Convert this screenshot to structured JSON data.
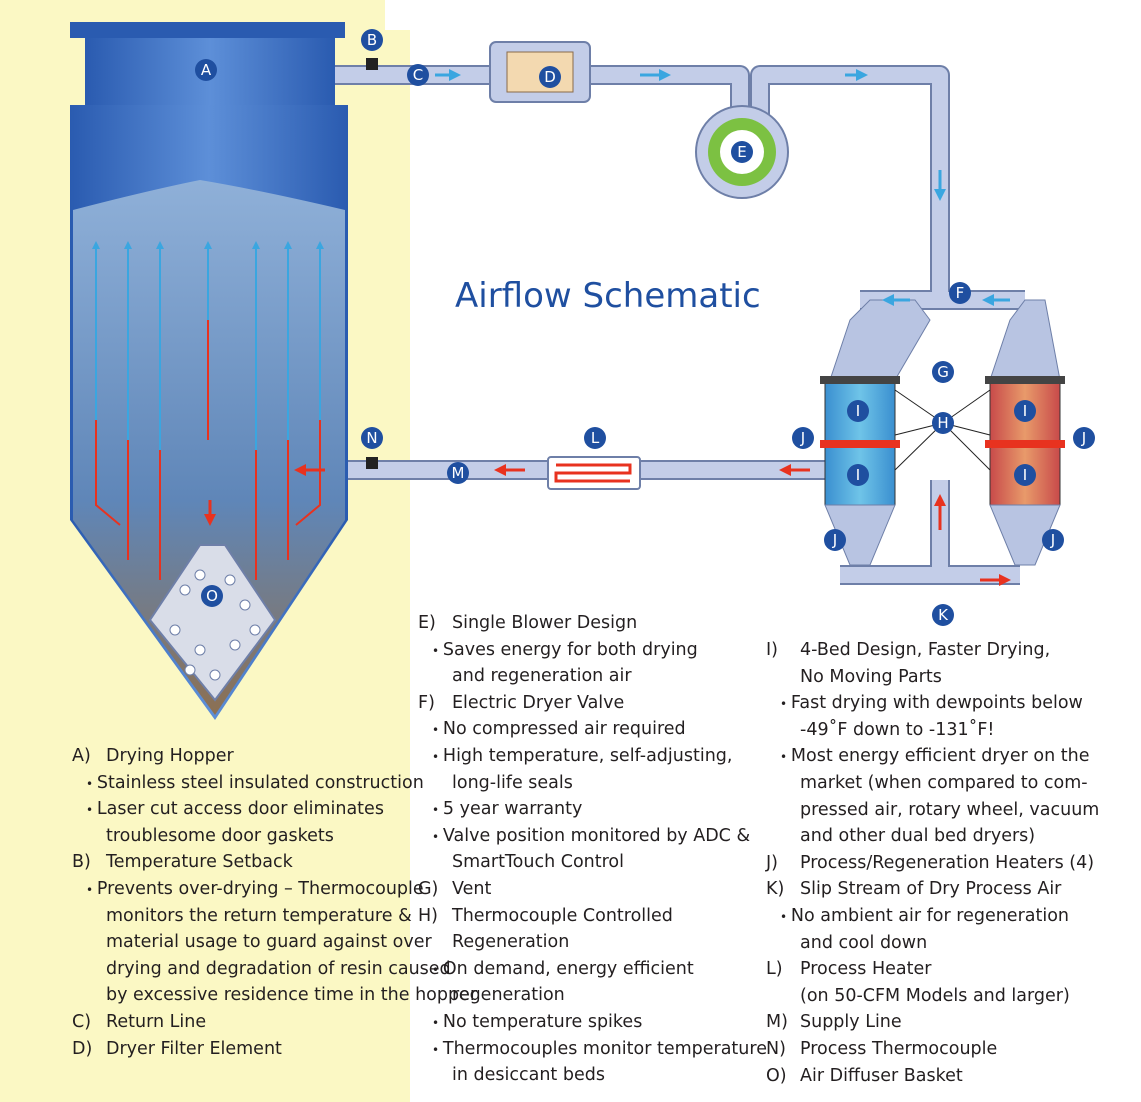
{
  "title": "Airflow Schematic",
  "markers": [
    "A",
    "B",
    "C",
    "D",
    "E",
    "F",
    "G",
    "H",
    "I",
    "J",
    "K",
    "L",
    "M",
    "N",
    "O"
  ],
  "colors": {
    "pipe": "#b8c4e2",
    "label": "#1f4fa0",
    "arrow_hot": "#e8321f",
    "arrow_dry": "#3aa6e0",
    "highlight": "#fbf8c4"
  },
  "legend": {
    "col1": [
      {
        "type": "h",
        "key": "A)",
        "text": "Drying Hopper"
      },
      {
        "type": "b",
        "text": "Stainless steel insulated construction"
      },
      {
        "type": "b",
        "text": "Laser cut access door eliminates"
      },
      {
        "type": "c",
        "text": "troublesome door gaskets"
      },
      {
        "type": "h",
        "key": "B)",
        "text": "Temperature Setback"
      },
      {
        "type": "b",
        "text": "Prevents over-drying – Thermocouple"
      },
      {
        "type": "c",
        "text": "monitors the return temperature &"
      },
      {
        "type": "c",
        "text": "material usage to guard against over"
      },
      {
        "type": "c",
        "text": "drying and degradation of resin caused"
      },
      {
        "type": "c",
        "text": "by excessive residence time in the hopper"
      },
      {
        "type": "h",
        "key": "C)",
        "text": "Return Line"
      },
      {
        "type": "h",
        "key": "D)",
        "text": "Dryer Filter Element"
      }
    ],
    "col2": [
      {
        "type": "h",
        "key": "E)",
        "text": "Single Blower Design"
      },
      {
        "type": "b",
        "text": "Saves energy for both drying"
      },
      {
        "type": "c",
        "text": "and regeneration air"
      },
      {
        "type": "h",
        "key": "F)",
        "text": "Electric Dryer Valve"
      },
      {
        "type": "b",
        "text": "No compressed air required"
      },
      {
        "type": "b",
        "text": "High temperature, self-adjusting,"
      },
      {
        "type": "c",
        "text": "long-life seals"
      },
      {
        "type": "b",
        "text": "5 year warranty"
      },
      {
        "type": "b",
        "text": "Valve position monitored by ADC &"
      },
      {
        "type": "c",
        "text": "SmartTouch Control"
      },
      {
        "type": "h",
        "key": "G)",
        "text": "Vent"
      },
      {
        "type": "h",
        "key": "H)",
        "text": "Thermocouple Controlled"
      },
      {
        "type": "c",
        "text": "Regeneration"
      },
      {
        "type": "b",
        "text": "On demand, energy efficient"
      },
      {
        "type": "c",
        "text": "regeneration"
      },
      {
        "type": "b",
        "text": "No temperature spikes"
      },
      {
        "type": "b",
        "text": "Thermocouples monitor temperature"
      },
      {
        "type": "c",
        "text": "in desiccant beds"
      }
    ],
    "col3": [
      {
        "type": "h",
        "key": "I)",
        "text": "4-Bed Design, Faster Drying,"
      },
      {
        "type": "c",
        "text": "No Moving Parts"
      },
      {
        "type": "b",
        "text": "Fast drying with dewpoints below"
      },
      {
        "type": "c",
        "text": "-49˚F down to -131˚F!"
      },
      {
        "type": "b",
        "text": "Most energy efficient dryer on the"
      },
      {
        "type": "c",
        "text": "market (when compared to com-"
      },
      {
        "type": "c",
        "text": "pressed air, rotary wheel, vacuum"
      },
      {
        "type": "c",
        "text": "and other dual bed dryers)"
      },
      {
        "type": "h",
        "key": "J)",
        "text": "Process/Regeneration Heaters (4)"
      },
      {
        "type": "h",
        "key": "K)",
        "text": "Slip Stream of Dry Process Air"
      },
      {
        "type": "b",
        "text": "No ambient air for regeneration"
      },
      {
        "type": "c",
        "text": "and cool down"
      },
      {
        "type": "h",
        "key": "L)",
        "text": "Process Heater"
      },
      {
        "type": "c",
        "text": "(on 50-CFM Models and larger)"
      },
      {
        "type": "h",
        "key": "M)",
        "text": "Supply Line"
      },
      {
        "type": "h",
        "key": "N)",
        "text": "Process Thermocouple"
      },
      {
        "type": "h",
        "key": "O)",
        "text": "Air Diffuser Basket"
      }
    ]
  }
}
